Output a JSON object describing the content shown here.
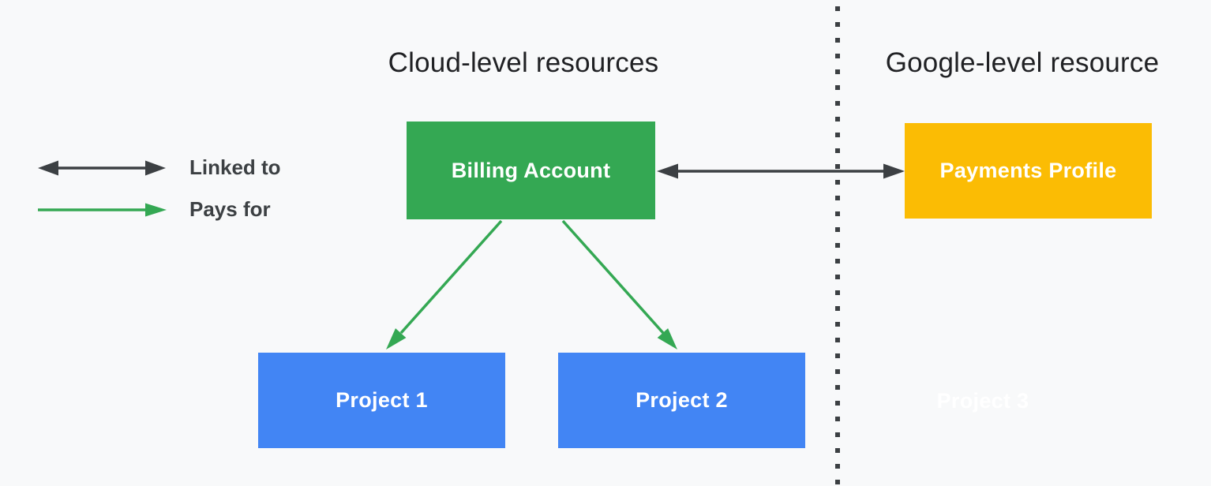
{
  "diagram": {
    "headings": {
      "left": "Cloud-level resources",
      "right": "Google-level resource"
    },
    "legend": {
      "items": [
        {
          "label": "Linked to",
          "arrow_style": "double-headed",
          "color": "#3C4043"
        },
        {
          "label": "Pays for",
          "arrow_style": "single-headed",
          "color": "#34A853"
        }
      ]
    },
    "nodes": {
      "billing_account": {
        "label": "Billing Account",
        "color": "#34A853",
        "section": "cloud-level"
      },
      "payments_profile": {
        "label": "Payments Profile",
        "color": "#FBBC04",
        "section": "google-level"
      },
      "project1": {
        "label": "Project 1",
        "color": "#4285F4",
        "section": "cloud-level"
      },
      "project2": {
        "label": "Project 2",
        "color": "#4285F4",
        "section": "cloud-level"
      },
      "project3": {
        "label": "Project 3",
        "color": "#FFFFFF",
        "section": "google-level"
      }
    },
    "relationships": [
      {
        "from": "Billing Account",
        "to": "Payments Profile",
        "type": "Linked to",
        "bidirectional": true
      },
      {
        "from": "Billing Account",
        "to": "Project 1",
        "type": "Pays for",
        "bidirectional": false
      },
      {
        "from": "Billing Account",
        "to": "Project 2",
        "type": "Pays for",
        "bidirectional": false
      }
    ],
    "colors": {
      "background": "#F8F9FA",
      "heading_text": "#202124",
      "dark_gray": "#3C4043",
      "green": "#34A853",
      "yellow": "#FBBC04",
      "blue": "#4285F4",
      "white": "#FFFFFF"
    }
  }
}
